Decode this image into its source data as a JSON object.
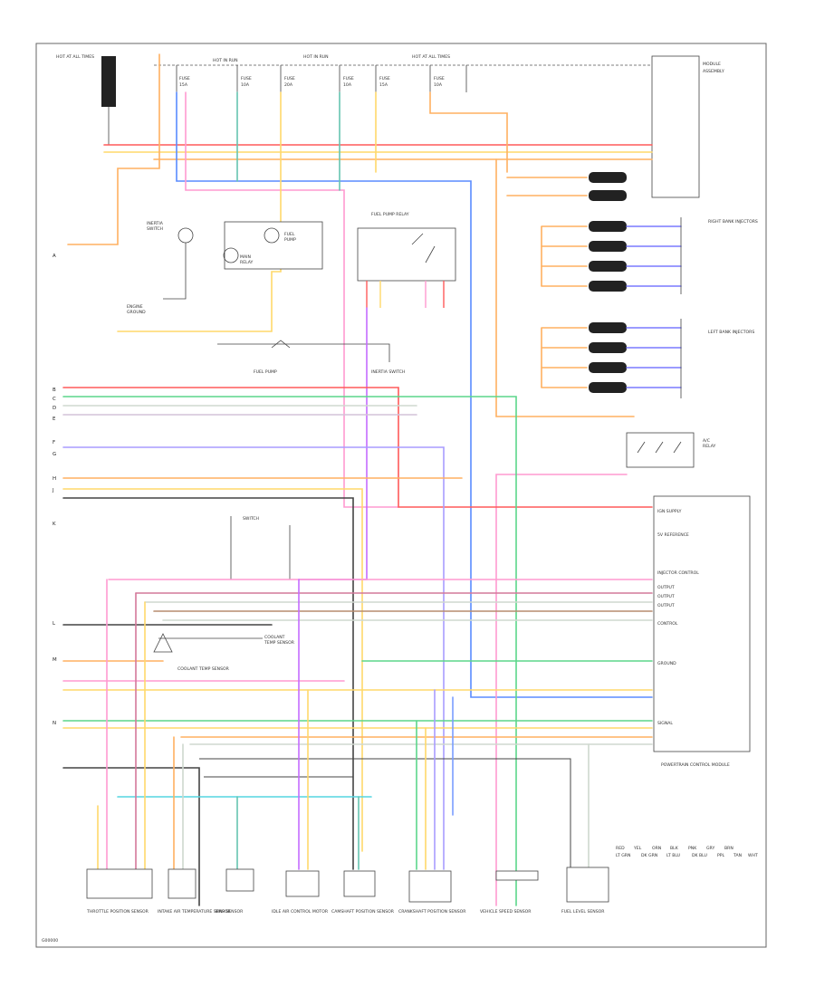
{
  "diagram": {
    "top_left_label": "HOT AT ALL TIMES",
    "top_bus_labels": [
      "HOT IN RUN",
      "HOT IN RUN",
      "HOT AT ALL TIMES"
    ],
    "right_module_title": "POWERTRAIN CONTROL MODULE",
    "pcm_pin_labels": [
      "IGN SUPPLY",
      "5V REFERENCE",
      "INJECTOR CONTROL",
      "OUTPUT",
      "OUTPUT",
      "OUTPUT",
      "CONTROL",
      "GROUND",
      "SIGNAL"
    ],
    "left_connector_letters": [
      "A",
      "B",
      "C",
      "D",
      "E",
      "F",
      "G",
      "H",
      "J",
      "K",
      "L",
      "M",
      "N"
    ],
    "wire_color_codes": [
      "RED",
      "YEL",
      "ORN",
      "BLK",
      "PNK",
      "GRY",
      "BRN",
      "LT GRN",
      "DK GRN",
      "LT BLU",
      "DK BLU",
      "PPL",
      "TAN",
      "WHT"
    ],
    "bottom_component_labels": [
      "THROTTLE POSITION SENSOR",
      "INTAKE AIR TEMPERATURE SENSOR",
      "MAP SENSOR",
      "IDLE AIR CONTROL MOTOR",
      "CAMSHAFT POSITION SENSOR",
      "CRANKSHAFT POSITION SENSOR",
      "VEHICLE SPEED SENSOR",
      "FUEL LEVEL SENSOR"
    ],
    "relay_labels": [
      "FUEL PUMP RELAY",
      "FUEL PUMP"
    ],
    "injector_group_labels": [
      "RIGHT BANK INJECTORS",
      "LEFT BANK INJECTORS"
    ],
    "footer_id": "G00000"
  }
}
